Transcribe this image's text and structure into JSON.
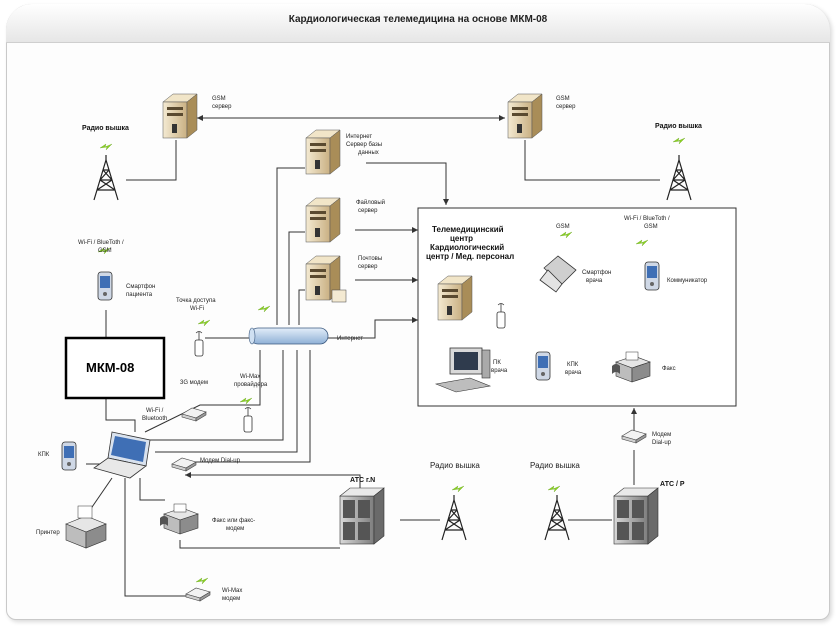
{
  "title": "Кардиологическая телемедицина на основе МКМ-08",
  "nodes": {
    "gsm_left": {
      "label1": "GSM",
      "label2": "сервер"
    },
    "gsm_right": {
      "label1": "GSM",
      "label2": "сервер"
    },
    "radio_left": "Радио вышка",
    "radio_right": "Радио вышка",
    "internet_db": {
      "l1": "Интернет",
      "l2": "Сервер базы",
      "l3": "данных"
    },
    "file_server": {
      "l1": "Файловый",
      "l2": "сервер"
    },
    "mail_server": {
      "l1": "Почтовы",
      "l2": "сервер"
    },
    "internet": "Интернет",
    "center": {
      "l1": "Телемедицинский",
      "l2": "центр",
      "l3": "Кардиологический",
      "l4": "центр / Мед. персонал"
    },
    "center_gsm": "GSM",
    "center_wifi": {
      "l1": "Wi-Fi / BlueToth /",
      "l2": "GSM"
    },
    "smartphone_doctor": {
      "l1": "Смартфон",
      "l2": "врача"
    },
    "communicator": "Коммуникатор",
    "pc_doctor": {
      "l1": "ПК",
      "l2": "врача"
    },
    "kpk_doctor": {
      "l1": "КПК",
      "l2": "врача"
    },
    "fax": "Факс",
    "patient_wifi": {
      "l1": "Wi-Fi / BlueToth /",
      "l2": "GSM"
    },
    "smartphone_patient": {
      "l1": "Смартфон",
      "l2": "пациента"
    },
    "access_point": {
      "l1": "Точка доступа",
      "l2": "Wi-Fi"
    },
    "mkm": "МКМ-08",
    "modem_3g": "3G модем",
    "wimax_provider": {
      "l1": "Wi-Max",
      "l2": "провайдера"
    },
    "wifi_bt": {
      "l1": "Wi-Fi /",
      "l2": "Bluetooth"
    },
    "kpk": "КПК",
    "dialup_modem": "Модем Dial-up",
    "printer": "Принтер",
    "fax_modem": {
      "l1": "Факс или факс-",
      "l2": "модем"
    },
    "wimax_modem": {
      "l1": "Wi-Max",
      "l2": "модем"
    },
    "ats_n": "АТС г.N",
    "radio_mid1": "Радио вышка",
    "radio_mid2": "Радио вышка",
    "ats_p": "АТС / Р",
    "modem_dialup_right": {
      "l1": "Модем",
      "l2": "Dial-up"
    }
  },
  "colors": {
    "server_body": "#e9dcc0",
    "server_shade": "#b59a66",
    "lightning": "#8bd122",
    "bus": "#b7cde6",
    "device_blue": "#3f6fb5"
  }
}
